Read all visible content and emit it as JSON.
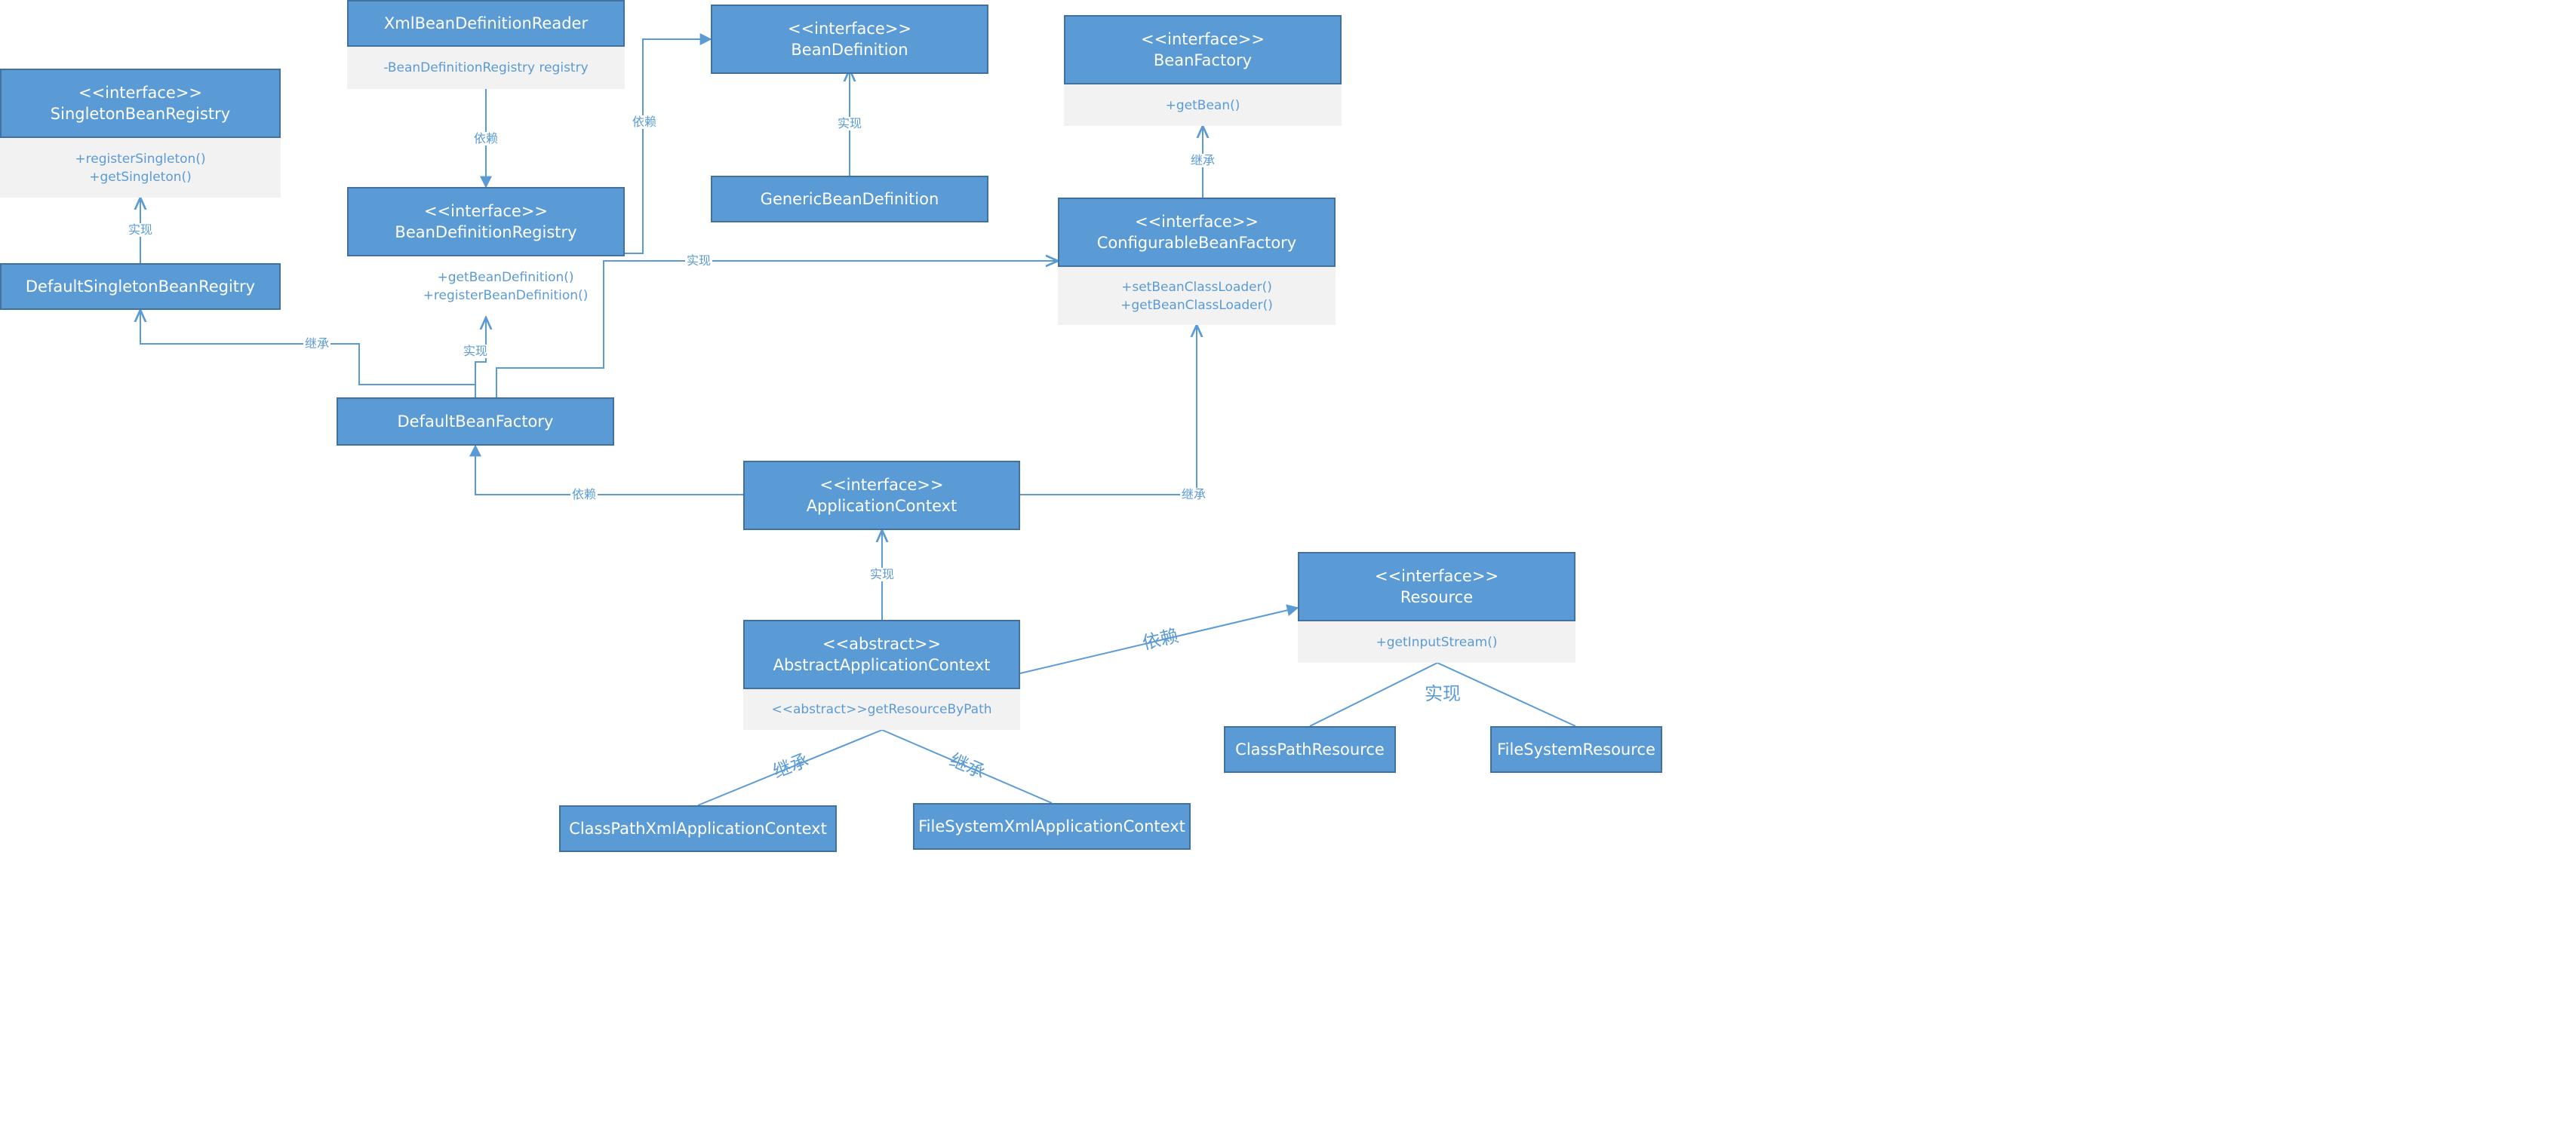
{
  "colors": {
    "box_fill": "#5b9bd5",
    "box_border": "#41719c",
    "method_fill": "#f2f2f2",
    "line": "#5b9bd5",
    "text_on_box": "#ffffff"
  },
  "nodes": {
    "xml_reader": {
      "lines": [
        "XmlBeanDefinitionReader"
      ],
      "methods": [
        "-BeanDefinitionRegistry registry"
      ]
    },
    "bean_definition": {
      "lines": [
        "<<interface>>",
        "BeanDefinition"
      ]
    },
    "bean_factory": {
      "lines": [
        "<<interface>>",
        "BeanFactory"
      ],
      "methods": [
        "+getBean()"
      ]
    },
    "singleton_registry": {
      "lines": [
        "<<interface>>",
        "SingletonBeanRegistry"
      ],
      "methods": [
        "+registerSingleton()",
        "+getSingleton()"
      ]
    },
    "bd_registry": {
      "lines": [
        "<<interface>>",
        "BeanDefinitionRegistry"
      ],
      "methods": [
        "+getBeanDefinition()",
        "+registerBeanDefinition()"
      ]
    },
    "generic_bd": {
      "lines": [
        "GenericBeanDefinition"
      ]
    },
    "configurable_bf": {
      "lines": [
        "<<interface>>",
        "ConfigurableBeanFactory"
      ],
      "methods": [
        "+setBeanClassLoader()",
        "+getBeanClassLoader()"
      ]
    },
    "default_singleton": {
      "lines": [
        "DefaultSingletonBeanRegitry"
      ]
    },
    "default_bf": {
      "lines": [
        "DefaultBeanFactory"
      ]
    },
    "app_context": {
      "lines": [
        "<<interface>>",
        "ApplicationContext"
      ]
    },
    "abstract_ac": {
      "lines": [
        "<<abstract>>",
        "AbstractApplicationContext"
      ],
      "methods": [
        "<<abstract>>getResourceByPath"
      ]
    },
    "resource": {
      "lines": [
        "<<interface>>",
        "Resource"
      ],
      "methods": [
        "+getInputStream()"
      ]
    },
    "classpath_resource": {
      "lines": [
        "ClassPathResource"
      ]
    },
    "filesystem_resource": {
      "lines": [
        "FileSystemResource"
      ]
    },
    "classpath_xml_ac": {
      "lines": [
        "ClassPathXmlApplicationContext"
      ]
    },
    "filesystem_xml_ac": {
      "lines": [
        "FileSystemXmlApplicationContext"
      ]
    }
  },
  "edge_labels": {
    "reader_to_registry": "依赖",
    "registry_to_bd": "依赖",
    "generic_to_bd": "实现",
    "cbf_to_bf": "继承",
    "dsr_to_sbr": "实现",
    "dbf_to_dsr": "继承",
    "dbf_to_bdr": "实现",
    "dbf_to_cbf": "实现",
    "ac_to_dbf": "依赖",
    "ac_to_cbf": "继承",
    "aac_to_ac": "实现",
    "aac_to_resource": "依赖",
    "resource_impl": "实现",
    "cpxml_to_aac": "继承",
    "fsxml_to_aac": "继承"
  }
}
